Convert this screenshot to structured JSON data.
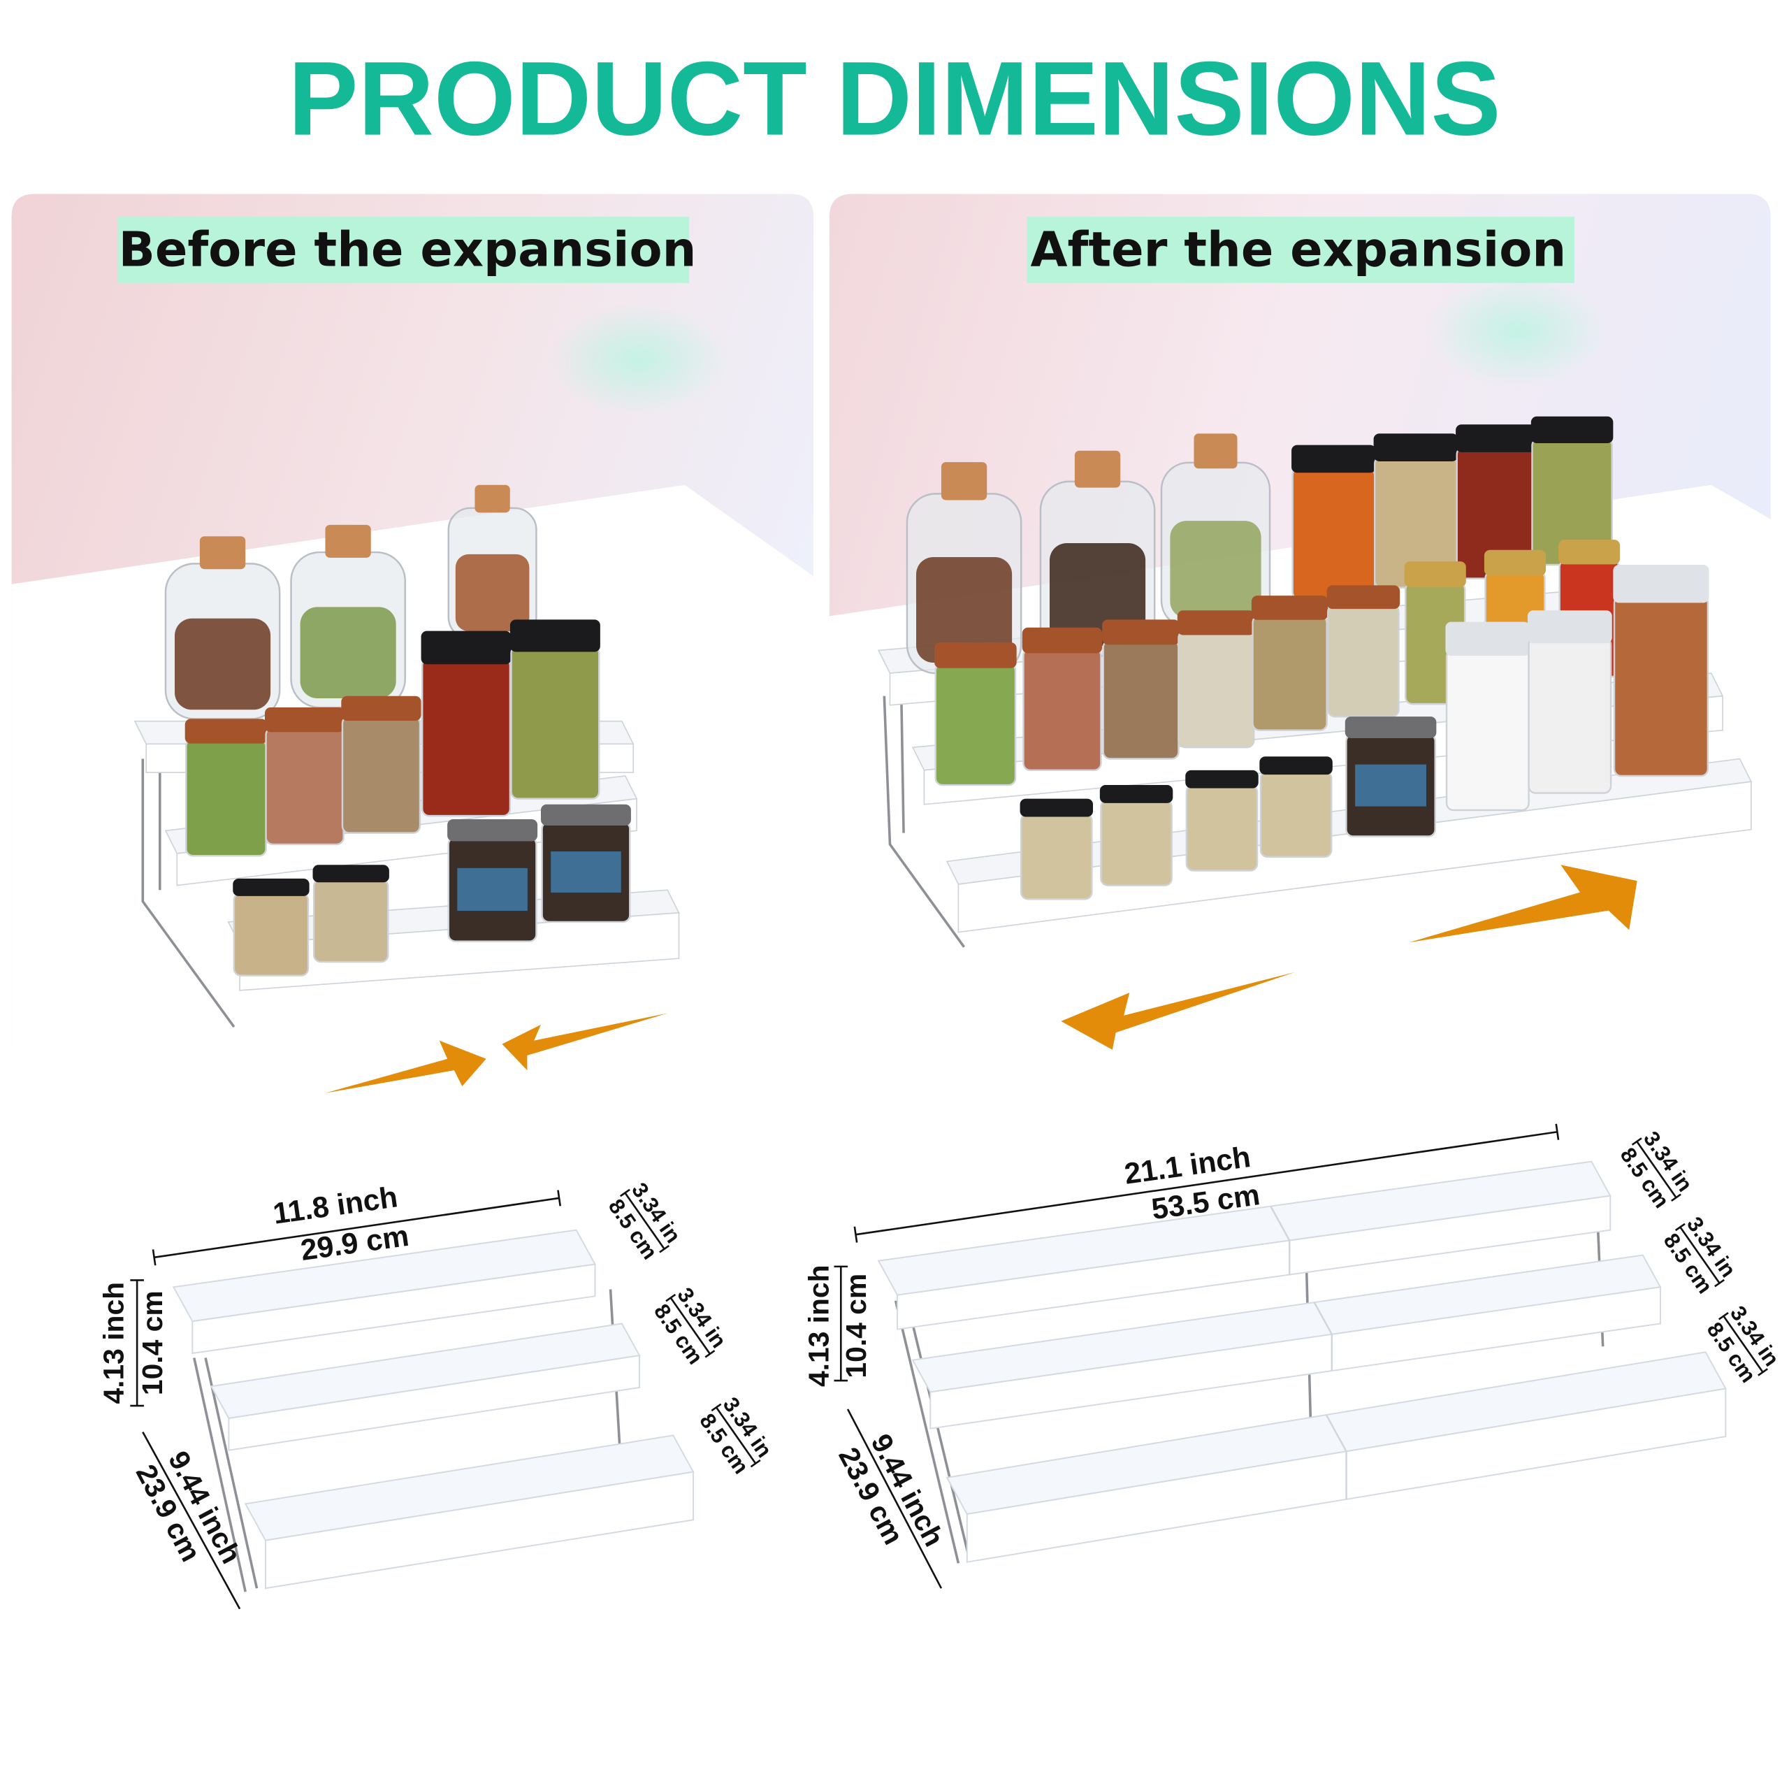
{
  "header": {
    "title": "PRODUCT DIMENSIONS"
  },
  "colors": {
    "title": "#14b998",
    "label_bg": "#b8f4da",
    "arrow": "#e38c0a"
  },
  "panels": {
    "before": {
      "label": "Before the expansion"
    },
    "after": {
      "label": "After the expansion"
    }
  },
  "dimensions": {
    "before": {
      "width_in": "11.8 inch",
      "width_cm": "29.9 cm",
      "height_in": "4.13 inch",
      "height_cm": "10.4 cm",
      "depth_in": "9.44 inch",
      "depth_cm": "23.9 cm",
      "shelf_in": "3.34 in",
      "shelf_cm": "8.5 cm"
    },
    "after": {
      "width_in": "21.1 inch",
      "width_cm": "53.5 cm",
      "height_in": "4.13 inch",
      "height_cm": "10.4 cm",
      "depth_in": "9.44 inch",
      "depth_cm": "23.9 cm",
      "shelf_in": "3.34 in",
      "shelf_cm": "8.5 cm"
    }
  }
}
